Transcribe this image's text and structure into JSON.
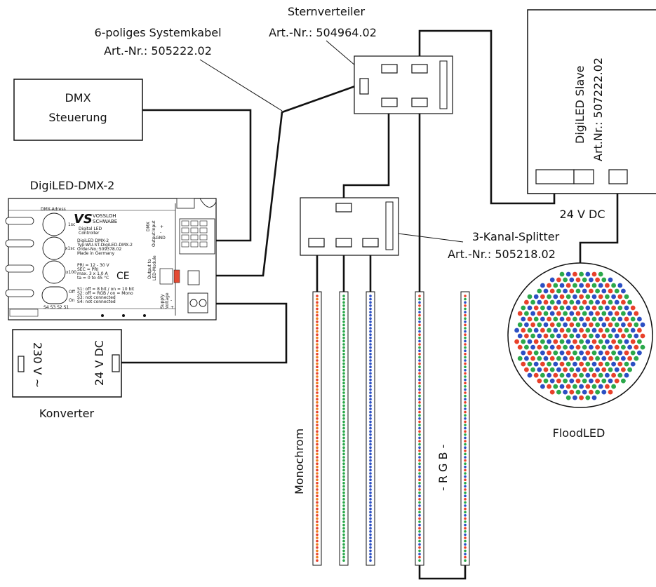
{
  "labels": {
    "sternverteiler_title": "Sternverteiler",
    "sternverteiler_art": "Art.-Nr.: 504964.02",
    "systemkabel_title": "6-poliges Systemkabel",
    "systemkabel_art": "Art.-Nr.: 505222.02",
    "dmx_line1": "DMX",
    "dmx_line2": "Steuerung",
    "controller_title": "DigiLED-DMX-2",
    "slave_title": "DigiLED Slave",
    "slave_art": "Art.Nr.: 507222.02",
    "voltage_24vdc": "24 V DC",
    "splitter_title": "3-Kanal-Splitter",
    "splitter_art": "Art.-Nr.: 505218.02",
    "converter_in": "230 V ~",
    "converter_out": "24 V DC",
    "converter_title": "Konverter",
    "floodled_title": "FloodLED",
    "monochrom": "Monochrom",
    "rgb": "- R G B -"
  },
  "controller_face": {
    "dmx_adress": "DMX-Adress",
    "sw_1sc": "1sc",
    "sw_x1sc": "x1sc",
    "sw_x100": "x100",
    "sw_off": "Off",
    "sw_on": "On",
    "switch_labels": "S4 S3 S2 S1",
    "brand_vs": "VS",
    "brand_line1": "VOSSLOH",
    "brand_line2": "SCHWABE",
    "product_line1": "Digital LED",
    "product_line2": "Controller",
    "spec_1": "DigiLED DMX-2",
    "spec_2": "Typ:WU-ST-DigiLED-DMX-2",
    "spec_3": "Order-No.:509378.02",
    "spec_4": "Made in Germany",
    "spec_5": "PRI = 12 - 30 V",
    "spec_6": "SEC = PRI",
    "spec_7": "max. 3 x 1,0 A",
    "spec_8": "ta = 0 to 45 °C",
    "dip_1": "S1: off = 8 bit / on = 10 bit",
    "dip_2": "S2: off = RGB / on = Mono",
    "dip_3": "S3: not connected",
    "dip_4": "S4: not connected",
    "ce_mark": "CE",
    "dmx_side": "DMX",
    "input_side": "Input",
    "output_side": "Output",
    "output_to_led": "Output to",
    "led_module": "LED-Module",
    "supply": "Supply",
    "voltage": "Voltage",
    "plus_sign": "+",
    "minus_sign": "-",
    "gnd_sign": "GND"
  },
  "colors": {
    "line": "#111111",
    "led_red": "#e8402a",
    "led_orange": "#f07a1a",
    "led_green": "#2aa84a",
    "led_blue": "#2b4fc4"
  }
}
